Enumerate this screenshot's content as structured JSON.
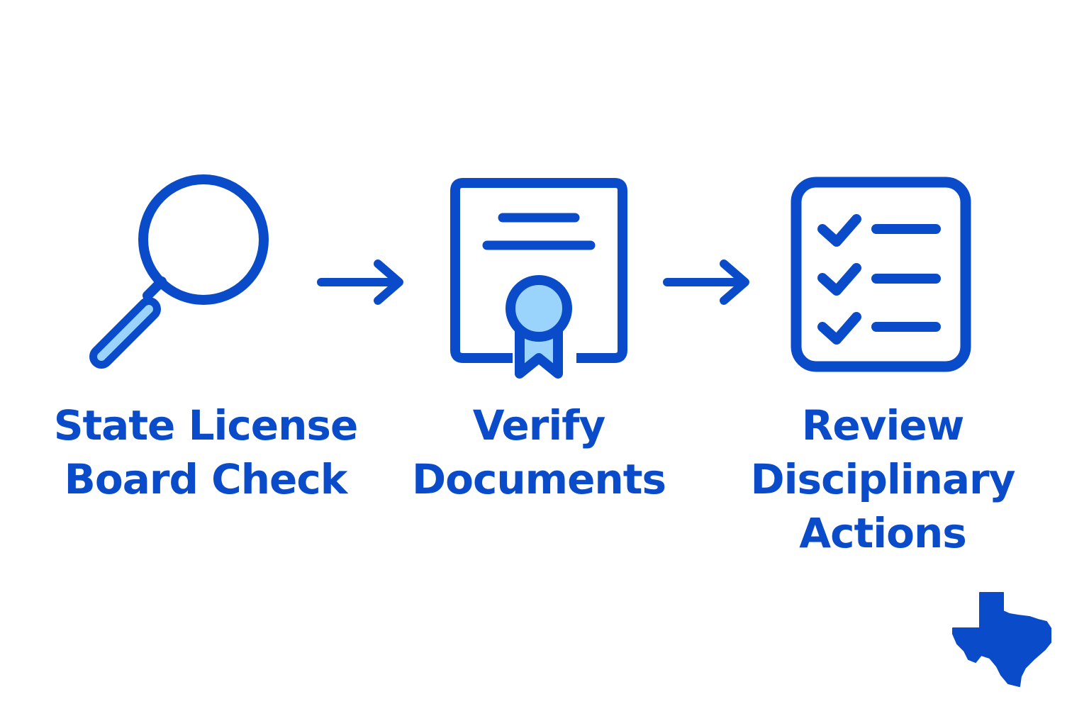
{
  "colors": {
    "primary": "#0a4bc9",
    "accent_fill": "#9ad3fb",
    "background": "#ffffff"
  },
  "steps": [
    {
      "icon": "magnifying-glass-icon",
      "label_lines": [
        "State License",
        "Board Check"
      ]
    },
    {
      "icon": "certificate-icon",
      "label_lines": [
        "Verify",
        "Documents"
      ]
    },
    {
      "icon": "checklist-icon",
      "label_lines": [
        "Review",
        "Disciplinary",
        "Actions"
      ]
    }
  ],
  "connectors": [
    "arrow-right-icon",
    "arrow-right-icon"
  ],
  "corner_icon": "texas-map-icon"
}
